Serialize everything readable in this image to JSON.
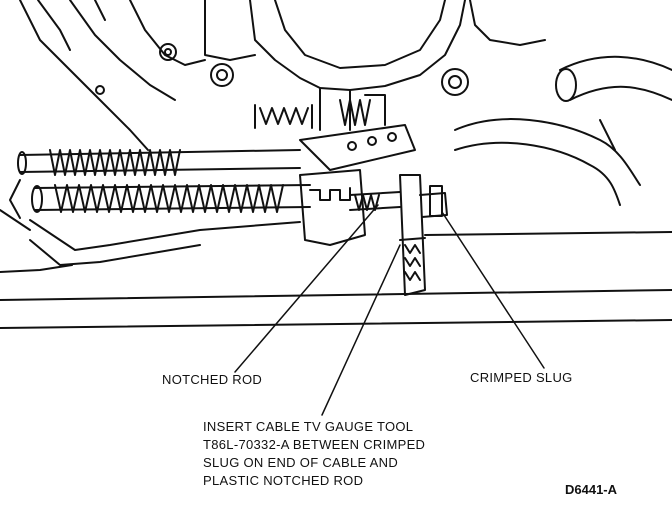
{
  "labels": {
    "notched_rod": "NOTCHED ROD",
    "crimped_slug": "CRIMPED SLUG"
  },
  "instruction": {
    "lines": [
      "INSERT CABLE TV GAUGE TOOL",
      "T86L-70332-A BETWEEN CRIMPED",
      "SLUG ON END OF CABLE AND",
      "PLASTIC NOTCHED ROD"
    ]
  },
  "figure_code": "D6441-A",
  "colors": {
    "ink": "#111111",
    "paper": "#ffffff"
  }
}
